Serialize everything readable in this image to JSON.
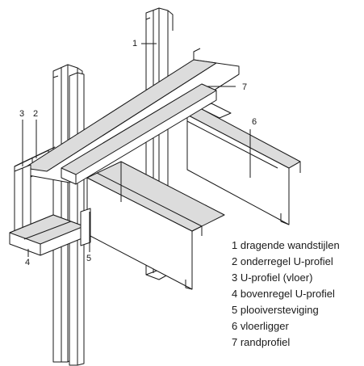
{
  "callouts": {
    "c1": "1",
    "c2": "2",
    "c3": "3",
    "c4": "4",
    "c5": "5",
    "c6": "6",
    "c7": "7"
  },
  "legend": [
    "1 dragende wandstijlen",
    "2 onderregel U-profiel",
    "3 U-profiel (vloer)",
    "4 bovenregel U-profiel",
    "5 plooiversteviging",
    "6 vloerligger",
    "7 randprofiel"
  ],
  "colors": {
    "ink": "#1a1a1a",
    "paper": "#ffffff",
    "shade": "#dcdcdc"
  }
}
